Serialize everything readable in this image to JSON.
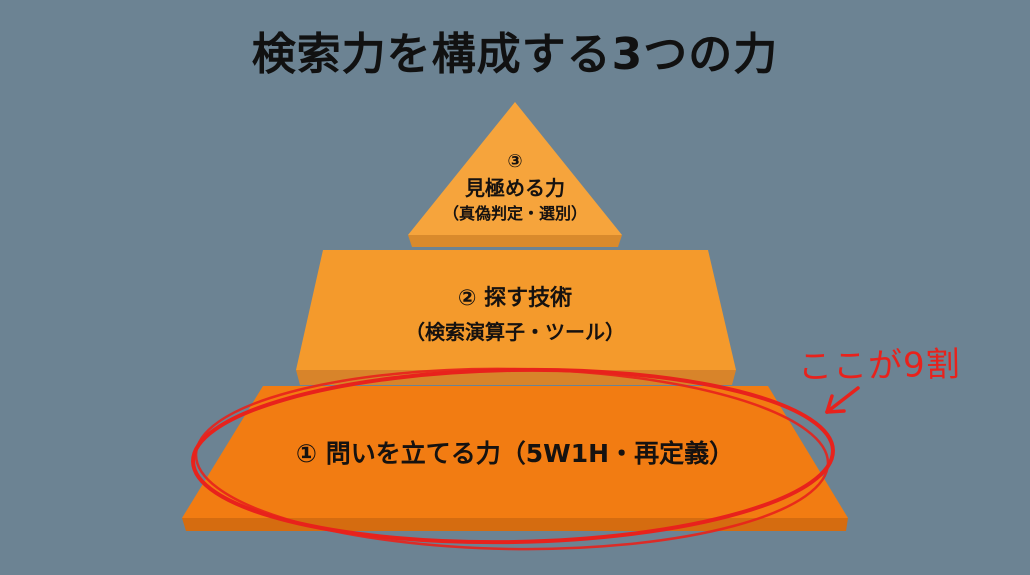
{
  "title": "検索力を構成する3つの力",
  "pyramid": {
    "tiers": [
      {
        "level": 3,
        "number": "③",
        "label": "見極める力",
        "sub": "（真偽判定・選別）",
        "color": "#f6a43c"
      },
      {
        "level": 2,
        "number": "②",
        "label": "② 探す技術",
        "sub": "（検索演算子・ツール）",
        "color": "#f49a2c"
      },
      {
        "level": 1,
        "number": "①",
        "label": "① 問いを立てる力（5W1H・再定義）",
        "color": "#f27c12"
      }
    ]
  },
  "annotation": {
    "text": "ここが9割",
    "color": "#e8221c",
    "arrow": "arrow-down-left"
  },
  "colors": {
    "background": "#6c8393",
    "highlight_ellipse": "#e8221c"
  }
}
